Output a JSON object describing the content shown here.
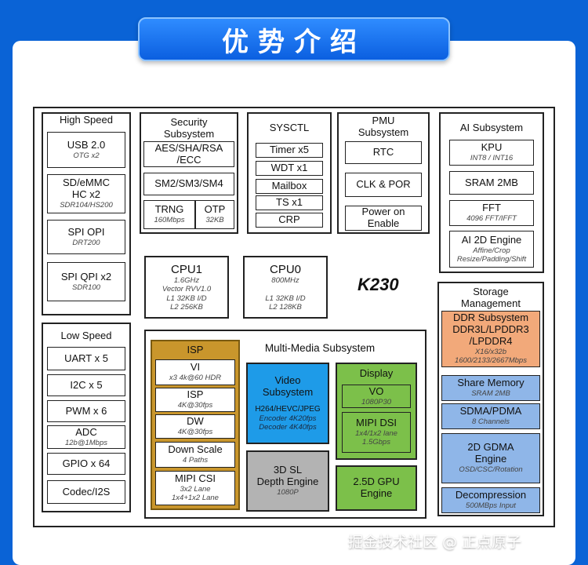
{
  "banner": "优势介绍",
  "chip": "K230",
  "watermark": "掘金技术社区 @ 正点原子",
  "high_speed": {
    "title": "High Speed",
    "items": [
      {
        "name": "USB 2.0",
        "sub": "OTG x2"
      },
      {
        "name": "SD/eMMC\nHC x2",
        "sub": "SDR104/HS200"
      },
      {
        "name": "SPI OPI",
        "sub": "DRT200"
      },
      {
        "name": "SPI QPI x2",
        "sub": "SDR100"
      }
    ]
  },
  "low_speed": {
    "title": "Low Speed",
    "items": [
      {
        "name": "UART x 5",
        "sub": ""
      },
      {
        "name": "I2C x 5",
        "sub": ""
      },
      {
        "name": "PWM x 6",
        "sub": ""
      },
      {
        "name": "ADC",
        "sub": "12b@1Mbps"
      },
      {
        "name": "GPIO x 64",
        "sub": ""
      },
      {
        "name": "Codec/I2S",
        "sub": ""
      }
    ]
  },
  "security": {
    "title": "Security\nSubsystem",
    "aes": "AES/SHA/RSA\n/ECC",
    "sm": "SM2/SM3/SM4",
    "trng": "TRNG",
    "trng_sub": "160Mbps",
    "otp": "OTP",
    "otp_sub": "32KB"
  },
  "sysctl": {
    "title": "SYSCTL",
    "items": [
      "Timer x5",
      "WDT x1",
      "Mailbox",
      "TS x1",
      "CRP"
    ]
  },
  "pmu": {
    "title": "PMU\nSubsystem",
    "items": [
      "RTC",
      "CLK & POR",
      "Power on\nEnable"
    ]
  },
  "ai": {
    "title": "AI Subsystem",
    "kpu": "KPU",
    "kpu_sub": "INT8 / INT16",
    "sram": "SRAM 2MB",
    "fft": "FFT",
    "fft_sub": "4096 FFT/IFFT",
    "engine": "AI 2D Engine",
    "engine_sub": "Affine/Crop\nResize/Padding/Shift"
  },
  "cpu1": {
    "name": "CPU1",
    "sub": "1.6GHz\nVector RVV1.0\nL1 32KB I/D\nL2 256KB"
  },
  "cpu0": {
    "name": "CPU0",
    "sub": "800MHz\n\nL1 32KB I/D\nL2 128KB"
  },
  "mm": {
    "title": "Multi-Media Subsystem",
    "isp_title": "ISP",
    "isp_items": [
      {
        "name": "VI",
        "sub": "x3 4k@60 HDR"
      },
      {
        "name": "ISP",
        "sub": "4K@30fps"
      },
      {
        "name": "DW",
        "sub": "4K@30fps"
      },
      {
        "name": "Down Scale",
        "sub": "4 Paths"
      },
      {
        "name": "MIPI CSI",
        "sub": "3x2 Lane\n1x4+1x2 Lane"
      }
    ],
    "video_title": "Video\nSubsystem",
    "video_codec": "H264/HEVC/JPEG",
    "video_enc": "Encoder 4K20fps",
    "video_dec": "Decoder 4K40fps",
    "depth": "3D SL\nDepth Engine",
    "depth_sub": "1080P",
    "display_title": "Display",
    "vo": "VO",
    "vo_sub": "1080P30",
    "dsi": "MIPI DSI",
    "dsi_sub": "1x4/1x2 lane\n1.5Gbps",
    "gpu": "2.5D GPU\nEngine"
  },
  "storage": {
    "title": "Storage\nManagement",
    "ddr": "DDR Subsystem\nDDR3L/LPDDR3\n/LPDDR4",
    "ddr_sub": "X16/x32b\n1600/2133/2667Mbps",
    "share": "Share Memory",
    "share_sub": "SRAM 2MB",
    "sdma": "SDMA/PDMA",
    "sdma_sub": "8 Channels",
    "gdma": "2D GDMA\nEngine",
    "gdma_sub": "OSD/CSC/Rotation",
    "decomp": "Decompression",
    "decomp_sub": "500MBps  Input"
  }
}
